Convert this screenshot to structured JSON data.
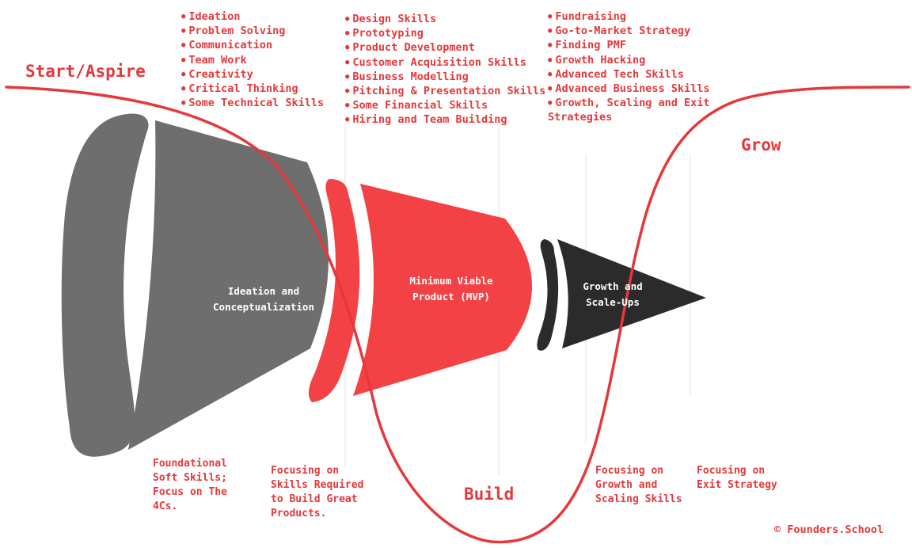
{
  "stages": {
    "start": {
      "title": "Start/Aspire",
      "label": "Ideation and Conceptualization",
      "skills": [
        "Ideation",
        "Problem Solving",
        "Communication",
        "Team Work",
        "Creativity",
        "Critical Thinking",
        "Some Technical Skills"
      ],
      "focus": "Foundational Soft Skills; Focus on The 4Cs."
    },
    "build": {
      "title": "Build",
      "label": "Minimum Viable Product (MVP)",
      "skills": [
        "Design Skills",
        "Prototyping",
        "Product Development",
        "Customer Acquisition Skills",
        "Business Modelling",
        "Pitching & Presentation Skills",
        "Some Financial Skills",
        "Hiring and Team Building"
      ],
      "focus": "Focusing on Skills Required to Build Great Products."
    },
    "grow": {
      "title": "Grow",
      "label": "Growth and Scale-Ups",
      "skills": [
        "Fundraising",
        "Go-to-Market Strategy",
        "Finding PMF",
        "Growth Hacking",
        "Advanced Tech Skills",
        "Advanced Business Skills",
        "Growth, Scaling and Exit Strategies"
      ],
      "focus_growth": "Focusing on Growth and Scaling Skills",
      "focus_exit": "Focusing on Exit Strategy"
    }
  },
  "colors": {
    "accent": "#e5383b",
    "gray": "#6e6e6e",
    "red": "#f24245",
    "dark": "#2b2b2b"
  },
  "copyright": "© Founders.School"
}
